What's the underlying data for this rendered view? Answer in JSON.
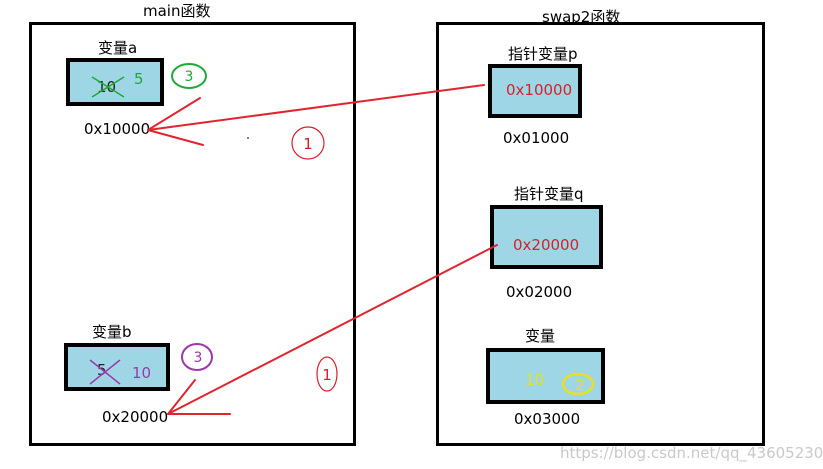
{
  "main_box": {
    "title": "main函数"
  },
  "swap_box": {
    "title": "swap2函数"
  },
  "var_a": {
    "label": "变量a",
    "old_value": "10",
    "new_value": "5",
    "address": "0x10000",
    "step_mark": "3"
  },
  "var_b": {
    "label": "变量b",
    "old_value": "5",
    "new_value": "10",
    "address": "0x20000",
    "step_mark": "3"
  },
  "step_marks": {
    "a": "1",
    "b": "1"
  },
  "ptr_p": {
    "label": "指针变量p",
    "value": "0x10000",
    "address": "0x01000"
  },
  "ptr_q": {
    "label": "指针变量q",
    "value": "0x20000",
    "address": "0x02000"
  },
  "tmp": {
    "label": "变量",
    "value": "10",
    "address": "0x03000",
    "step_mark": "2"
  },
  "watermark": "https://blog.csdn.net/qq_43605230",
  "colors": {
    "cell_fill": "#9ed6e6",
    "arrow": "#e02530",
    "mark_green": "#20a838",
    "mark_purple": "#9a3aa8",
    "mark_red": "#d8202a",
    "mark_yellow": "#e8e020"
  }
}
